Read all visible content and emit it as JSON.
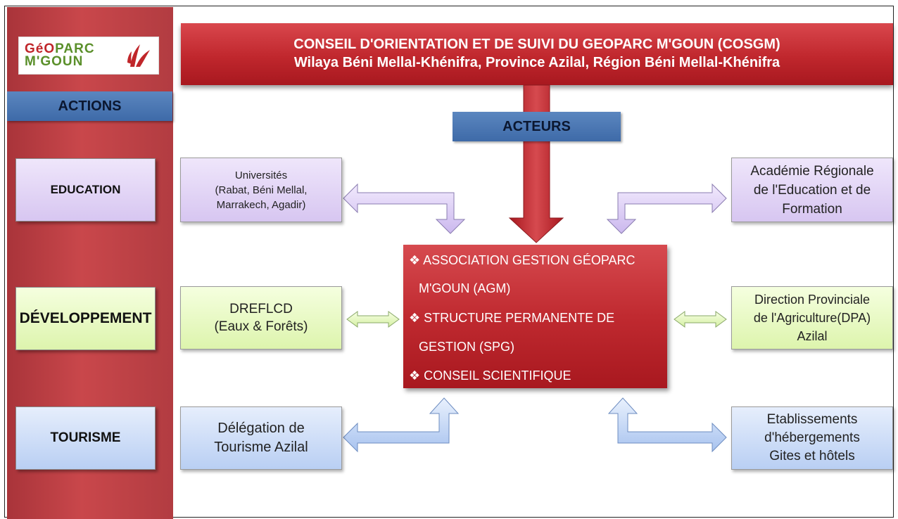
{
  "logo": {
    "line1_a": "GéO",
    "line1_b": "PARC",
    "line2": "M'GOUN"
  },
  "header": {
    "line1": "CONSEIL D'ORIENTATION ET DE SUIVI DU GEOPARC M'GOUN (COSGM)",
    "line2": "Wilaya Béni Mellal-Khénifra, Province Azilal, Région Béni Mellal-Khénifra"
  },
  "sidebar": {
    "label": "ACTIONS",
    "items": [
      {
        "label": "EDUCATION"
      },
      {
        "label": "DÉVELOPPEMENT"
      },
      {
        "label": "TOURISME"
      }
    ]
  },
  "acteurs_label": "ACTEURS",
  "central": {
    "lines": [
      "❖ ASSOCIATION  GESTION  GÉOPARC",
      "M'GOUN (AGM)",
      "❖ STRUCTURE  PERMANENTE  DE",
      "GESTION (SPG)",
      "❖ CONSEIL SCIENTIFIQUE"
    ]
  },
  "left_boxes": [
    {
      "lines": [
        "Universités",
        "(Rabat, Béni Mellal,",
        "Marrakech, Agadir)"
      ]
    },
    {
      "lines": [
        "DREFLCD",
        "(Eaux & Forêts)"
      ]
    },
    {
      "lines": [
        "Délégation de",
        "Tourisme Azilal"
      ]
    }
  ],
  "right_boxes": [
    {
      "lines": [
        "Académie Régionale",
        "de l'Education et de",
        "Formation"
      ]
    },
    {
      "lines": [
        "Direction Provinciale",
        "de l'Agriculture(DPA)",
        "Azilal"
      ]
    },
    {
      "lines": [
        "Etablissements",
        "d'hébergements",
        "Gites et hôtels"
      ]
    }
  ],
  "colors": {
    "red": "#c0272d",
    "blue_tag": "#4f7ab5",
    "lavender": "#d7c6f1",
    "green": "#ddf4ad",
    "light_blue": "#b9cff3"
  }
}
